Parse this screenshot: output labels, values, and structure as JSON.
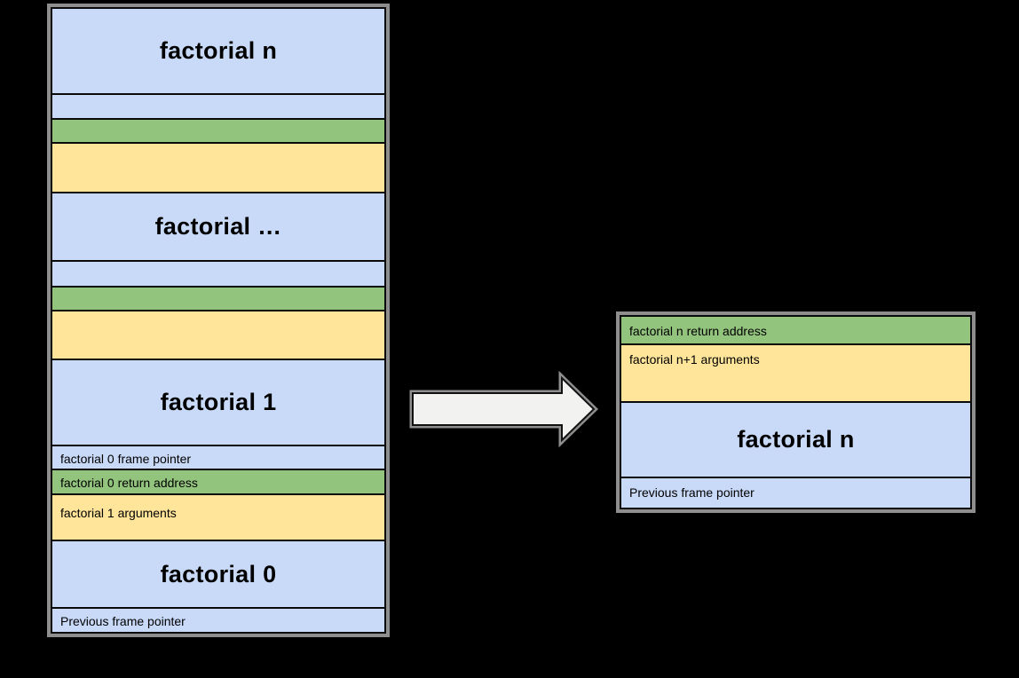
{
  "diagram": {
    "description_colors": {
      "background": "#000000",
      "cell_blue": "#c9daf8",
      "cell_green": "#93c47d",
      "cell_yellow": "#ffe599",
      "outline_gray": "#8e8e8e",
      "separator_black": "#0a0a0a",
      "arrow_fill": "#f2f2f0",
      "arrow_stroke": "#111111"
    }
  },
  "left_stack": {
    "rows": [
      {
        "label": "factorial n",
        "color": "blue",
        "variant": "title",
        "h": 95
      },
      {
        "label": "",
        "color": "blue",
        "variant": "empty",
        "h": 28
      },
      {
        "label": "",
        "color": "green",
        "variant": "empty",
        "h": 27
      },
      {
        "label": "",
        "color": "yellow",
        "variant": "empty",
        "h": 56
      },
      {
        "label": "factorial …",
        "color": "blue",
        "variant": "title",
        "h": 77
      },
      {
        "label": "",
        "color": "blue",
        "variant": "empty",
        "h": 29
      },
      {
        "label": "",
        "color": "green",
        "variant": "empty",
        "h": 27
      },
      {
        "label": "",
        "color": "yellow",
        "variant": "empty",
        "h": 55
      },
      {
        "label": "factorial 1",
        "color": "blue",
        "variant": "title",
        "h": 97
      },
      {
        "label": "factorial 0 frame pointer",
        "color": "blue",
        "variant": "label",
        "h": 27
      },
      {
        "label": "factorial 0 return address",
        "color": "green",
        "variant": "label",
        "h": 28
      },
      {
        "label": "factorial 1 arguments",
        "color": "yellow",
        "variant": "label",
        "h": 52
      },
      {
        "label": "factorial 0",
        "color": "blue",
        "variant": "title",
        "h": 76
      },
      {
        "label": "Previous frame pointer",
        "color": "blue",
        "variant": "label",
        "h": 28
      }
    ]
  },
  "right_stack": {
    "rows": [
      {
        "label": "factorial n return address",
        "color": "green",
        "variant": "label",
        "h": 30
      },
      {
        "label": "factorial n+1 arguments",
        "color": "yellow",
        "variant": "label",
        "h": 65
      },
      {
        "label": "factorial n",
        "color": "blue",
        "variant": "title",
        "h": 85
      },
      {
        "label": "Previous frame pointer",
        "color": "blue",
        "variant": "label",
        "h": 35
      }
    ]
  },
  "arrow": {
    "direction": "right"
  }
}
